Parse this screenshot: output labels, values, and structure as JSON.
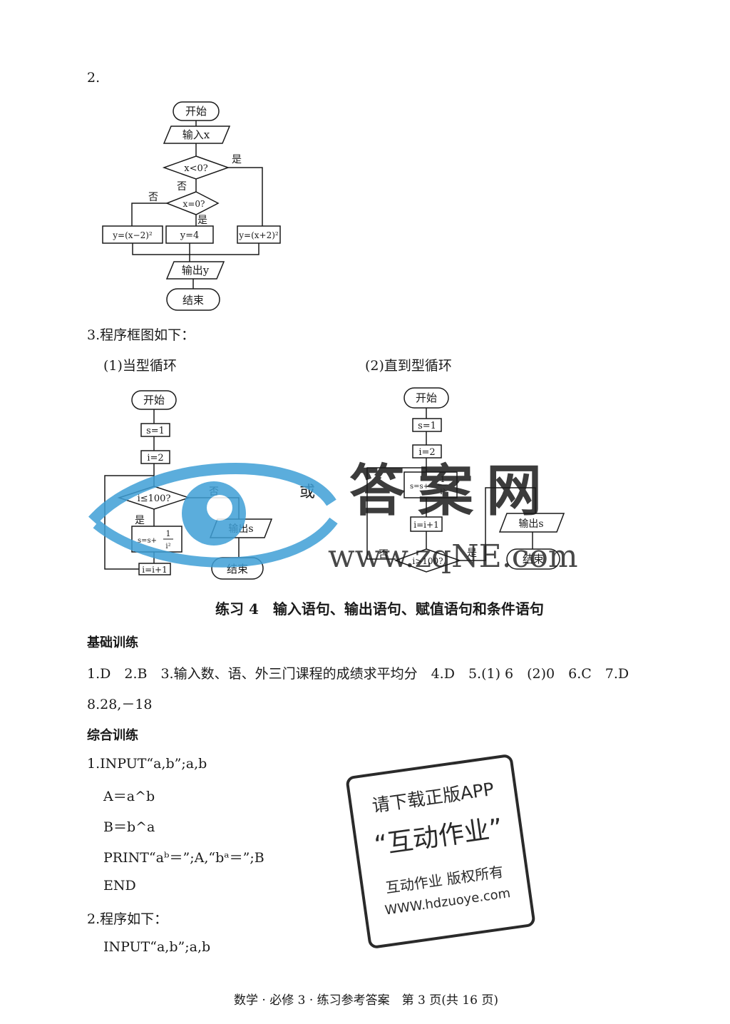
{
  "q2": {
    "label": "2.",
    "flow": {
      "start": "开始",
      "input": "输入x",
      "cond1": "x<0?",
      "yes": "是",
      "no": "否",
      "cond2": "x=0?",
      "box_left": "y=(x−2)²",
      "box_mid": "y=4",
      "box_right": "y=(x+2)²",
      "output": "输出y",
      "end": "结束"
    }
  },
  "q3": {
    "heading": "3.程序框图如下：",
    "loop1": {
      "title": "(1)当型循环",
      "start": "开始",
      "s_init": "s=1",
      "i_init": "i=2",
      "cond": "i≤100?",
      "yes": "是",
      "no": "否",
      "update_s_prefix": "s=s+",
      "frac_num": "1",
      "frac_den": "i²",
      "output": "输出s",
      "inc": "i=i+1",
      "end": "结束"
    },
    "or": "或",
    "loop2": {
      "title": "(2)直到型循环",
      "start": "开始",
      "s_init": "s=1",
      "i_init": "i=2",
      "update_s_prefix": "s=s+",
      "frac_num": "1",
      "frac_den": "i²",
      "inc": "i=i+1",
      "cond": "i>100?",
      "yes": "是",
      "no": "否",
      "output": "输出s",
      "end": "结束"
    }
  },
  "section": {
    "title": "练习 4　输入语句、输出语句、赋值语句和条件语句",
    "basic_heading": "基础训练",
    "basic_line1": "1.D　2.B　3.输入数、语、外三门课程的成绩求平均分　4.D　5.(1) 6　(2)0　6.C　7.D",
    "basic_line2": "8.28,－18",
    "comp_heading": "综合训练",
    "comp_lines": [
      "1.INPUT“a,b”;a,b",
      "A＝a^b",
      "B＝b^a",
      "PRINT“aᵇ＝”;A,“bᵃ＝”;B",
      "END",
      "2.程序如下：",
      "INPUT“a,b”;a,b"
    ]
  },
  "watermark": {
    "site_cn": "答案网",
    "site_url": "www.zqNE.com"
  },
  "stamp": {
    "line1": "请下载正版APP",
    "line2": "“互动作业”",
    "line3": "互动作业 版权所有",
    "line4": "WWW.hdzuoye.com"
  },
  "footer": "数学 · 必修 3 · 练习参考答案　第 3 页(共 16 页)",
  "colors": {
    "watermark": "#3f9fd6",
    "watermark_gray": "#8a8a8a",
    "stamp": "#2a2a2a"
  }
}
